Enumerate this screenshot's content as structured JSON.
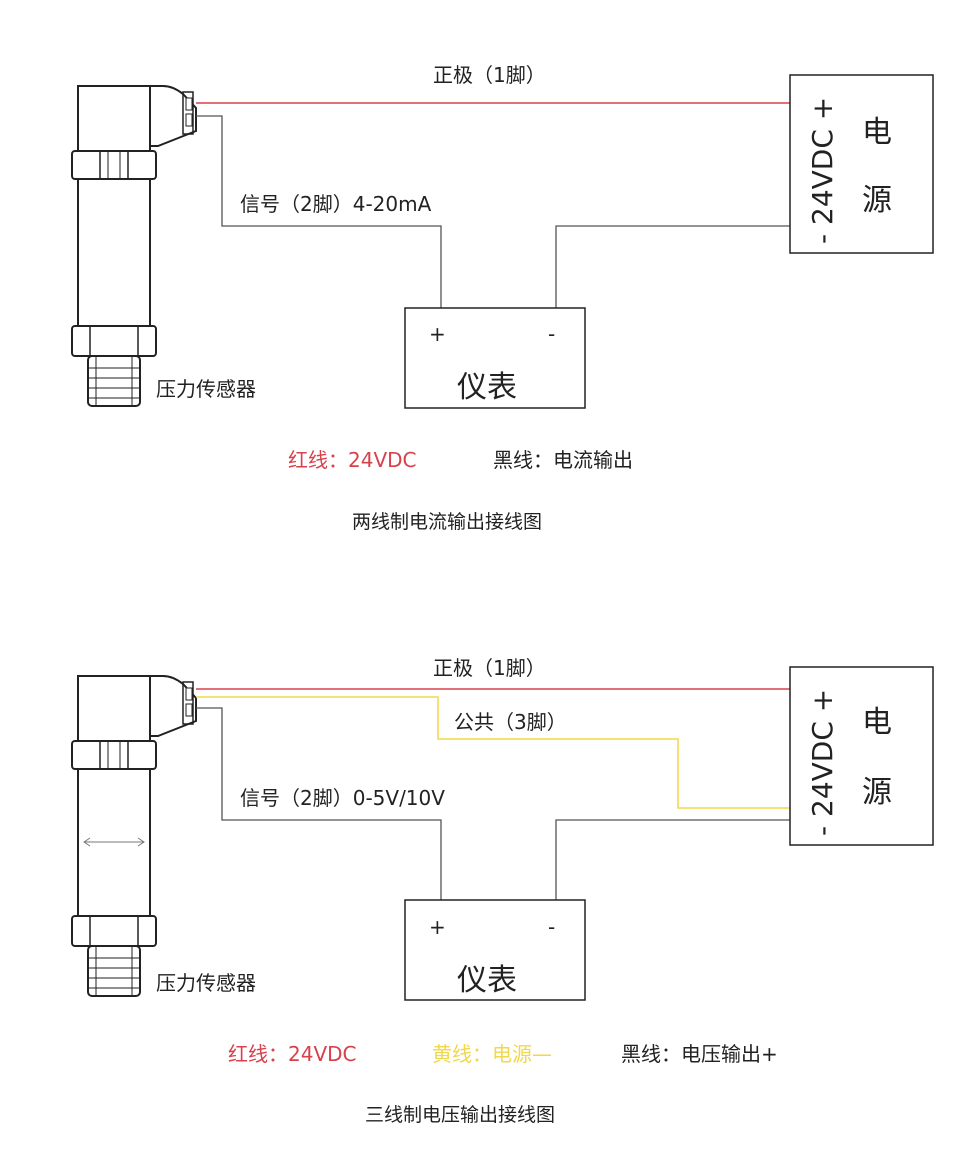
{
  "colors": {
    "red_wire": "#d7414b",
    "yellow_wire": "#f0d84a",
    "black_wire": "#555555",
    "outline": "#222222"
  },
  "diagram1": {
    "wire_positive_label": "正极（1脚）",
    "wire_signal_label": "信号（2脚）4-20mA",
    "sensor_label": "压力传感器",
    "meter": {
      "plus": "+",
      "minus": "-",
      "label": "仪表"
    },
    "power": {
      "vertical_text": "- 24VDC +",
      "char1": "电",
      "char2": "源"
    },
    "legend_red": "红线：24VDC",
    "legend_black": "黑线：电流输出",
    "caption": "两线制电流输出接线图"
  },
  "diagram2": {
    "wire_positive_label": "正极（1脚）",
    "wire_common_label": "公共（3脚）",
    "wire_signal_label": "信号（2脚）0-5V/10V",
    "sensor_label": "压力传感器",
    "meter": {
      "plus": "+",
      "minus": "-",
      "label": "仪表"
    },
    "power": {
      "vertical_text": "- 24VDC +",
      "char1": "电",
      "char2": "源"
    },
    "legend_red": "红线：24VDC",
    "legend_yellow": "黄线：电源—",
    "legend_black": "黑线：电压输出+",
    "caption": "三线制电压输出接线图"
  }
}
